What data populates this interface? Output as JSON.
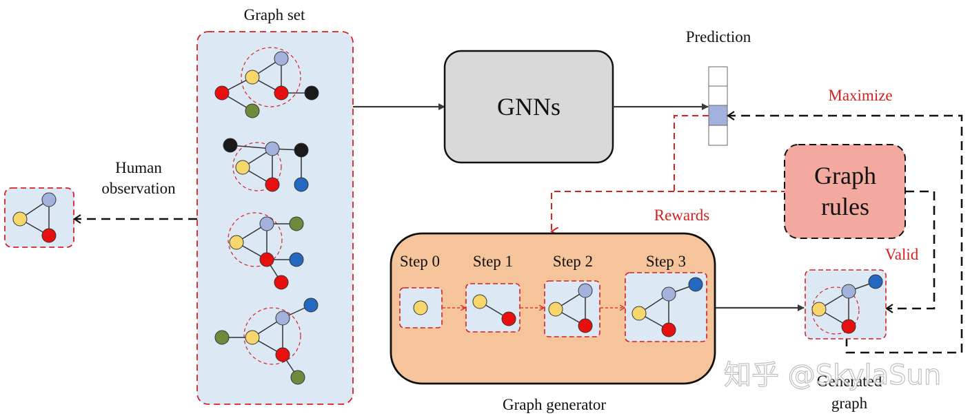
{
  "labels": {
    "graph_set": "Graph set",
    "gnns": "GNNs",
    "prediction": "Prediction",
    "maximize": "Maximize",
    "human_observation_line1": "Human",
    "human_observation_line2": "observation",
    "graph_rules_line1": "Graph",
    "graph_rules_line2": "rules",
    "rewards": "Rewards",
    "valid": "Valid",
    "step0": "Step 0",
    "step1": "Step 1",
    "step2": "Step 2",
    "step3": "Step 3",
    "graph_generator": "Graph generator",
    "generated_graph_line1": "Generated",
    "generated_graph_line2": "graph"
  },
  "watermark": "知乎 @SkylaSun",
  "colors": {
    "node_yellow": "#f7d66b",
    "node_lightblue": "#a3b2dc",
    "node_red": "#e8100f",
    "node_black": "#1a1a1a",
    "node_green": "#6e8b3d",
    "node_blue": "#2468c0",
    "panel_blue": "#dde8f5",
    "gnn_gray": "#d9d9d9",
    "generator_orange": "#f6c49b",
    "rules_pink": "#f3a9a0",
    "dash_red": "#d42020",
    "prediction_selected": "#a3b2dc"
  }
}
